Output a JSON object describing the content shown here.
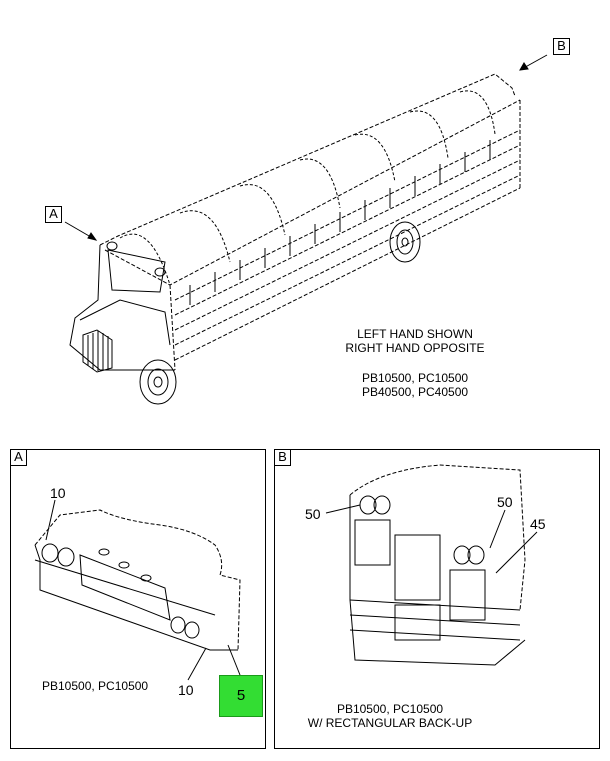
{
  "top_view": {
    "label_a": "A",
    "label_b": "B",
    "note_lines": [
      "LEFT HAND SHOWN",
      "RIGHT HAND OPPOSITE"
    ],
    "models_lines": [
      "PB10500, PC10500",
      "PB40500, PC40500"
    ]
  },
  "detail_a": {
    "label": "A",
    "callout_top": "10",
    "callout_bottom": "10",
    "highlight": "5",
    "models": "PB10500, PC10500",
    "highlight_color": "#33dd33"
  },
  "detail_b": {
    "label": "B",
    "callout_left": "50",
    "callout_right": "50",
    "callout_far_right": "45",
    "models_line1": "PB10500, PC10500",
    "models_line2": "W/ RECTANGULAR BACK-UP"
  }
}
